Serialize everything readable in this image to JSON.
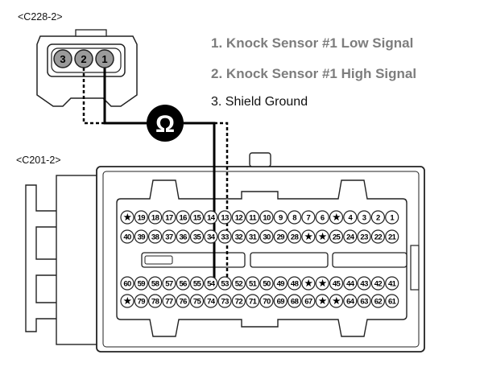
{
  "connector_top": {
    "label": "<C228-2>",
    "pins": [
      "3",
      "2",
      "1"
    ]
  },
  "connector_bottom": {
    "label": "<C201-2>",
    "rows": [
      [
        "★",
        "19",
        "18",
        "17",
        "16",
        "15",
        "14",
        "13",
        "12",
        "11",
        "10",
        "9",
        "8",
        "7",
        "6",
        "★",
        "4",
        "3",
        "2",
        "1"
      ],
      [
        "40",
        "39",
        "38",
        "37",
        "36",
        "35",
        "34",
        "33",
        "32",
        "31",
        "30",
        "29",
        "28",
        "★",
        "★",
        "25",
        "24",
        "23",
        "22",
        "21"
      ],
      [
        "60",
        "59",
        "58",
        "57",
        "56",
        "55",
        "54",
        "53",
        "52",
        "51",
        "50",
        "49",
        "48",
        "★",
        "★",
        "45",
        "44",
        "43",
        "42",
        "41"
      ],
      [
        "★",
        "79",
        "78",
        "77",
        "76",
        "75",
        "74",
        "73",
        "72",
        "71",
        "70",
        "69",
        "68",
        "67",
        "★",
        "★",
        "64",
        "63",
        "62",
        "61"
      ]
    ],
    "wired_pins": [
      "54",
      "53"
    ]
  },
  "legend": [
    {
      "number": "1.",
      "text": "Knock Sensor #1 Low Signal"
    },
    {
      "number": "2.",
      "text": "Knock Sensor #1 High Signal"
    },
    {
      "number": "3.",
      "text": "Shield Ground"
    }
  ],
  "meter": {
    "symbol": "Ω",
    "icon": "ohm-meter-icon"
  },
  "colors": {
    "line": "#000000",
    "legend_text": "#7d7d7d",
    "pin_fill_top": "#9a9a9a"
  }
}
